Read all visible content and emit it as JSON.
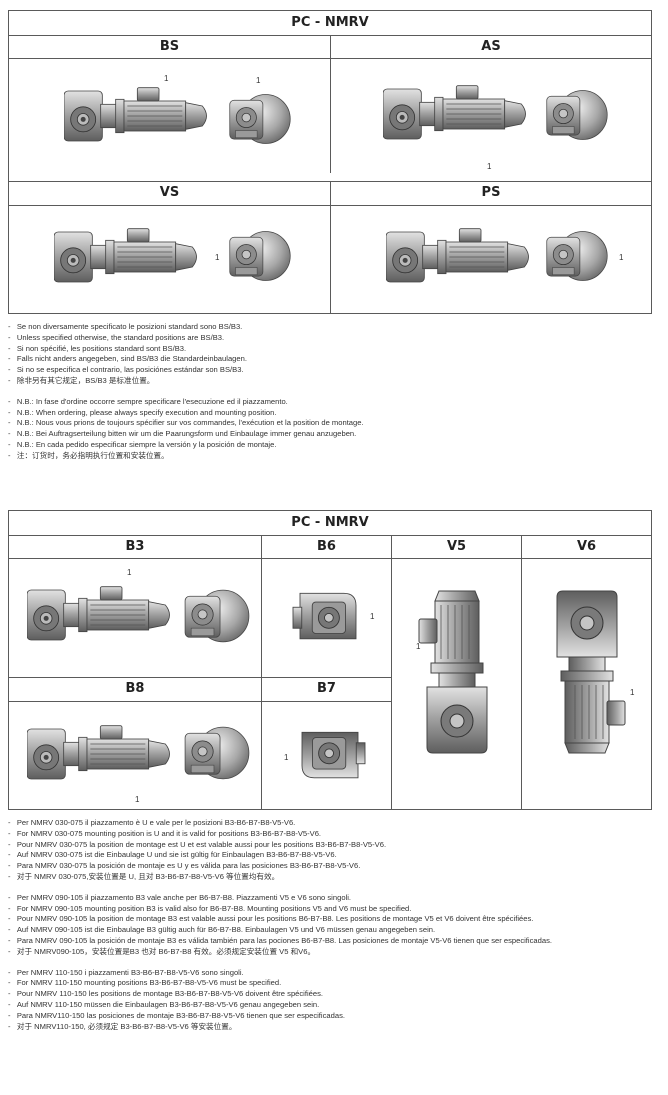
{
  "section1": {
    "title": "PC - NMRV",
    "cells": [
      {
        "header": "BS",
        "callout_front": "1",
        "callout_side": "1"
      },
      {
        "header": "AS",
        "callout_front": "1"
      },
      {
        "header": "VS",
        "callout_side": "1"
      },
      {
        "header": "PS",
        "callout_side": "1"
      }
    ],
    "notes_a": [
      "Se non diversamente specificato le posizioni standard sono BS/B3.",
      "Unless specified otherwise, the standard positions are BS/B3.",
      "Si non spécifié, les positions standard sont BS/B3.",
      "Falls nicht anders angegeben, sind BS/B3 die Standardeinbaulagen.",
      "Si no se especifica el contrario, las posiciónes estándar son BS/B3.",
      "除非另有其它规定，BS/B3 是标准位置。"
    ],
    "notes_b": [
      "N.B.: In fase d'ordine occorre sempre specificare l'esecuzione ed il piazzamento.",
      "N.B.: When ordering, please always specify execution and mounting position.",
      "N.B.: Nous vous prions de toujours spécifier sur vos commandes, l'exécution et la position de montage.",
      "N.B.: Bei Auftragserteilung bitten wir um die Paarungsform und Einbaulage immer genau anzugeben.",
      "N.B.: En cada pedido especificar siempre la versión y la posición de montaje.",
      "注：订货时，务必指明执行位置和安装位置。"
    ]
  },
  "section2": {
    "title": "PC - NMRV",
    "cells": [
      {
        "header": "B3",
        "callout": "1"
      },
      {
        "header": "B6",
        "callout": "1"
      },
      {
        "header": "V5",
        "callout": "1"
      },
      {
        "header": "V6",
        "callout": "1"
      },
      {
        "header": "B8",
        "callout": "1"
      },
      {
        "header": "B7",
        "callout": "1"
      }
    ],
    "notes_a": [
      "Per NMRV 030-075 il piazzamento è U e vale per le posizioni B3-B6-B7-B8-V5-V6.",
      "For NMRV 030-075 mounting position is U and it is valid for positions B3-B6-B7-B8-V5-V6.",
      "Pour NMRV 030-075 la position de montage est U et est valable aussi pour les positions B3-B6-B7-B8-V5-V6.",
      "Auf NMRV 030-075 ist die Einbaulage U und sie ist gültig für Einbaulagen B3-B6-B7-B8-V5-V6.",
      "Para NMRV 030-075 la posición de montaje es U y es válida para las posiciones B3-B6-B7-B8-V5-V6.",
      "对于 NMRV 030-075,安装位置是 U, 且对 B3-B6-B7-B8-V5-V6 等位置均有效。"
    ],
    "notes_b": [
      "Per NMRV 090-105 il piazzamento B3 vale anche per B6-B7-B8. Piazzamenti V5 e V6 sono singoli.",
      "For NMRV 090-105 mounting position B3 is valid also for B6-B7-B8. Mounting positions V5 and V6 must be specified.",
      "Pour NMRV 090-105 la position de montage B3 est valable aussi pour les positions B6-B7-B8. Les positions de montage V5 et V6 doivent être spécifiées.",
      "Auf NMRV 090-105 ist die Einbaulage B3 gültig auch für B6-B7-B8. Einbaulagen V5 und V6 müssen genau angegeben sein.",
      "Para NMRV 090-105 la posición de montaje B3 es válida también para las pociones B6-B7-B8. Las posiciones de montaje V5-V6 tienen que ser especificadas.",
      "对于 NMRV090-105，安装位置是B3 也对 B6-B7-B8 有效。必须规定安装位置 V5 和V6。"
    ],
    "notes_c": [
      "Per NMRV 110-150 i piazzamenti B3-B6-B7-B8-V5-V6 sono singoli.",
      "For NMRV 110-150 mounting positions B3-B6-B7-B8-V5-V6 must be specified.",
      "Pour NMRV 110-150 les positions de montage B3-B6-B7-B8-V5-V6 doivent être spécifiées.",
      "Auf NMRV 110-150 müssen die Einbaulagen B3-B6-B7-B8-V5-V6 genau angegeben sein.",
      "Para NMRV110-150 las posiciones de montaje B3-B6-B7-B8-V5-V6 tienen que ser especificadas.",
      "对于 NMRV110-150, 必须规定 B3-B6-B7-B8-V5-V6 等安装位置。"
    ]
  }
}
